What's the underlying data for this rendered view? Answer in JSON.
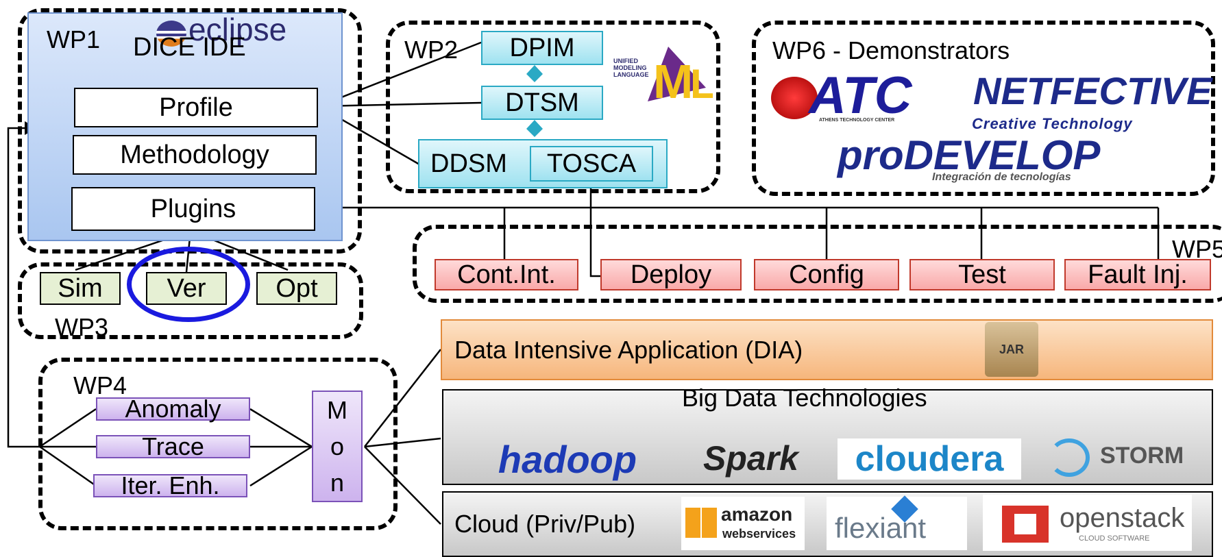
{
  "wp1": {
    "label": "WP1",
    "title": "DICE IDE",
    "eclipse": "eclipse",
    "profile": "Profile",
    "methodology": "Methodology",
    "plugins": "Plugins"
  },
  "wp2": {
    "label": "WP2",
    "dpim": "DPIM",
    "dtsm": "DTSM",
    "ddsm": "DDSM",
    "tosca": "TOSCA",
    "uml_text": "UNIFIED MODELING LANGUAGE"
  },
  "wp3": {
    "label": "WP3",
    "sim": "Sim",
    "ver": "Ver",
    "opt": "Opt"
  },
  "wp4": {
    "label": "WP4",
    "anomaly": "Anomaly",
    "trace": "Trace",
    "iter": "Iter. Enh.",
    "mon": [
      "M",
      "o",
      "n"
    ]
  },
  "wp5": {
    "label": "WP5",
    "items": [
      "Cont.Int.",
      "Deploy",
      "Config",
      "Test",
      "Fault Inj."
    ]
  },
  "wp6": {
    "label": "WP6 - Demonstrators",
    "atc": "ATC",
    "atc_sub": "ATHENS TECHNOLOGY CENTER",
    "netfective": "NETFECTIVE",
    "netfective_sub": "Creative Technology",
    "prodevelop": "proDEVELOP",
    "prodevelop_sub": "Integración de tecnologías"
  },
  "layers": {
    "dia": "Data Intensive Application  (DIA)",
    "jar": "JAR",
    "bigdata": "Big Data Technologies",
    "tech": [
      "hadoop",
      "Spark",
      "cloudera",
      "STORM"
    ],
    "cloud": "Cloud (Priv/Pub)",
    "providers": [
      "amazon",
      "webservices",
      "flexiant",
      "openstack",
      "CLOUD SOFTWARE"
    ]
  },
  "colors": {
    "ide": "#bcd4f5",
    "ver_circle": "#1a1adf",
    "dia": "#f8c598"
  }
}
